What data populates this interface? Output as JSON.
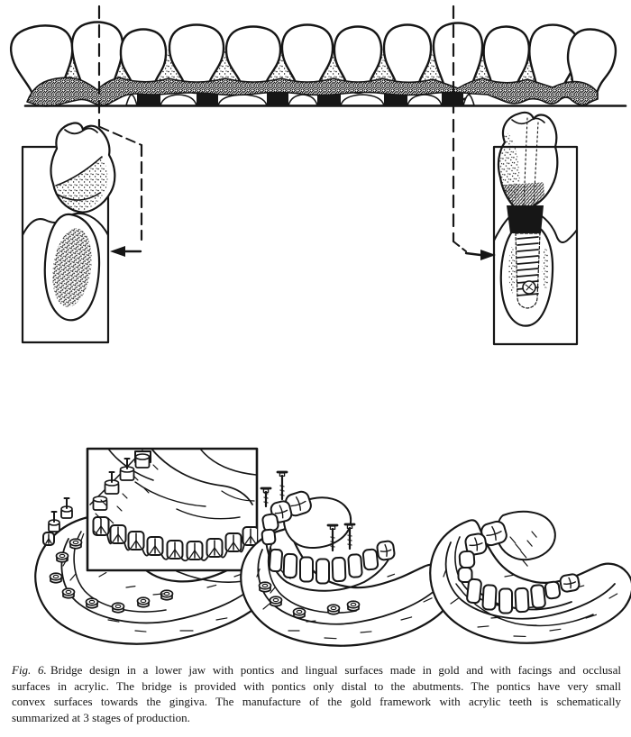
{
  "caption": {
    "label": "Fig. 6.",
    "line1_rest": "Bridge design in a lower jaw with pontics and lingual surfaces made in gold and with facings and occlusal",
    "line2": "surfaces in acrylic. The bridge is provided with pontics only distal to the abutments. The pontics have very small",
    "line3": "convex surfaces towards the gingiva. The manufacture of the gold framework with acrylic teeth is schematically",
    "line4": "summarized at 3 stages of production.",
    "full_text": "Fig. 6. Bridge design in a lower jaw with pontics and lingual surfaces made in gold and with facings and occlusal surfaces in acrylic. The bridge is provided with pontics only distal to the abutments. The pontics have very small convex surfaces towards the gingiva. The manufacture of the gold framework with acrylic teeth is schematically summarized at 3 stages of production."
  },
  "colors": {
    "ink": "#161616",
    "paper": "#ffffff"
  },
  "figure": {
    "stage_count": "3"
  }
}
